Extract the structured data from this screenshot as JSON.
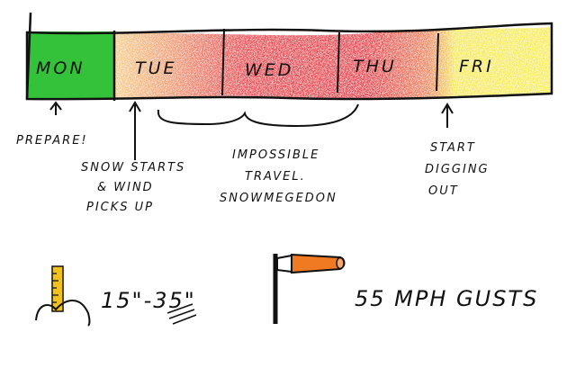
{
  "timeline": {
    "days": [
      {
        "label": "MON",
        "color": "#33c23a"
      },
      {
        "label": "TUE",
        "color": "#f3b27a"
      },
      {
        "label": "WED",
        "color": "#e8434b"
      },
      {
        "label": "THU",
        "color": "#ef7a55"
      },
      {
        "label": "FRI",
        "color": "#f6ec4a"
      }
    ]
  },
  "notes": {
    "prepare": "PREPARE!",
    "snow_1": "SNOW STARTS",
    "snow_2": "& WIND",
    "snow_3": "PICKS UP",
    "travel_1": "IMPOSSIBLE",
    "travel_2": "TRAVEL.",
    "travel_3": "SNOWMEGEDON",
    "dig_1": "START",
    "dig_2": "DIGGING",
    "dig_3": "OUT"
  },
  "facts": {
    "snow_depth": "15\"-35\"",
    "gusts": "55 MPH GUSTS"
  },
  "colors": {
    "ink": "#111111",
    "windsock": "#f07a22",
    "ruler": "#f1c21b"
  }
}
